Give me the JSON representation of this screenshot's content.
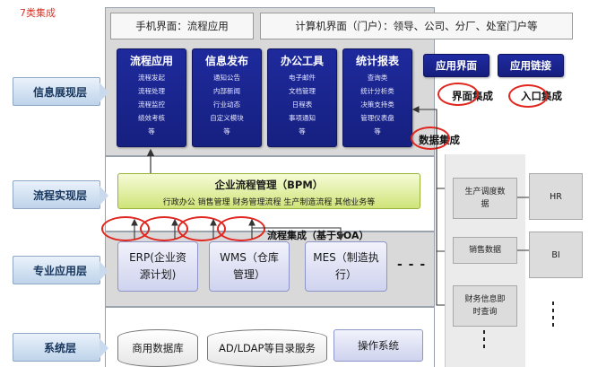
{
  "corner_title": "7类集成",
  "layers": [
    {
      "id": "info",
      "label": "信息展现层"
    },
    {
      "id": "flow",
      "label": "流程实现层"
    },
    {
      "id": "app",
      "label": "专业应用层"
    },
    {
      "id": "sys",
      "label": "系统层"
    }
  ],
  "top_bar": {
    "mobile": "手机界面：流程应用",
    "pc": "计算机界面（门户）：领导、公司、分厂、处室门户等"
  },
  "app_columns": [
    {
      "title": "流程应用",
      "items": [
        "流程发起",
        "流程处理",
        "流程监控",
        "绩效考核",
        "等"
      ]
    },
    {
      "title": "信息发布",
      "items": [
        "通知公告",
        "内部新闻",
        "行业动态",
        "自定义模块",
        "等"
      ]
    },
    {
      "title": "办公工具",
      "items": [
        "电子邮件",
        "文档管理",
        "日程表",
        "事项通知",
        "等"
      ]
    },
    {
      "title": "统计报表",
      "items": [
        "查询类",
        "统计分析类",
        "决策支持类",
        "管理仪表盘",
        "等"
      ]
    }
  ],
  "app_buttons": {
    "ui": "应用界面",
    "link": "应用链接"
  },
  "integrations": {
    "ui": "界面集成",
    "entry": "入口集成",
    "data": "数据集成",
    "process": "流程集成（基于SOA）"
  },
  "bpm": {
    "title": "企业流程管理（BPM）",
    "subtitle": "行政办公 销售管理 财务管理流程 生产制造流程 其他业务等"
  },
  "systems": [
    {
      "name": "ERP(企业资源计划)"
    },
    {
      "name": "WMS（仓库管理）"
    },
    {
      "name": "MES（制造执行）"
    }
  ],
  "more": "- - -",
  "sys_layer": {
    "db": "商用数据库",
    "ad": "AD/LDAP等目录服务",
    "os": "操作系统"
  },
  "side_items": [
    "生产调度数据",
    "销售数据",
    "财务信息即时查询"
  ],
  "right_items": [
    "HR",
    "BI"
  ],
  "colors": {
    "app_blue": "#1e2a9c",
    "ring_red": "#e0261e",
    "bpm_green": "#cfe479"
  }
}
